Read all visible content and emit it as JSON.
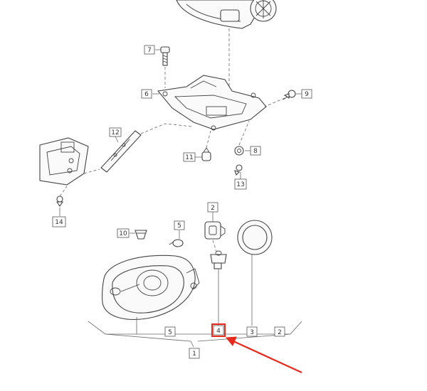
{
  "callouts": {
    "c1": "1",
    "c2_top": "2",
    "c2_bottom": "2",
    "c3": "3",
    "c4": "4",
    "c5_top": "5",
    "c5_bottom": "5",
    "c6": "6",
    "c7": "7",
    "c8": "8",
    "c9": "9",
    "c10": "10",
    "c11": "11",
    "c12": "12",
    "c13": "13",
    "c14": "14"
  },
  "colors": {
    "highlight": "#e8291c",
    "line": "#444444",
    "label_border": "#555555"
  }
}
